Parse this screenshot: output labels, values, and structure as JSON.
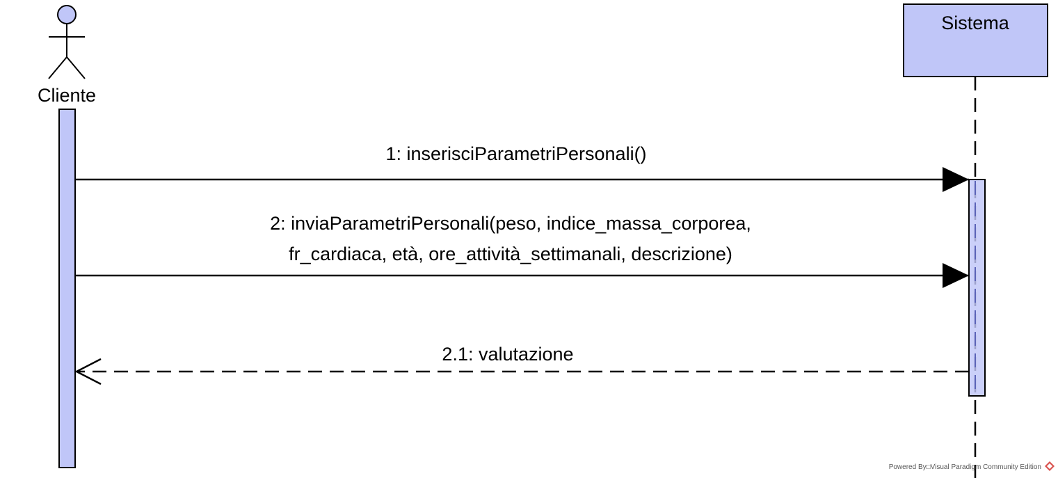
{
  "actor": {
    "name": "Cliente"
  },
  "lifeline": {
    "name": "Sistema"
  },
  "messages": [
    {
      "lines": [
        "1: inserisciParametriPersonali()"
      ]
    },
    {
      "lines": [
        "2: inviaParametriPersonali(peso, indice_massa_corporea,",
        "fr_cardiaca, età, ore_attività_settimanali, descrizione)"
      ]
    },
    {
      "lines": [
        "2.1: valutazione"
      ]
    }
  ],
  "watermark": "Powered By□Visual Paradigm Community Edition",
  "colors": {
    "fill": "#c0c6f8",
    "stroke": "#000000"
  }
}
